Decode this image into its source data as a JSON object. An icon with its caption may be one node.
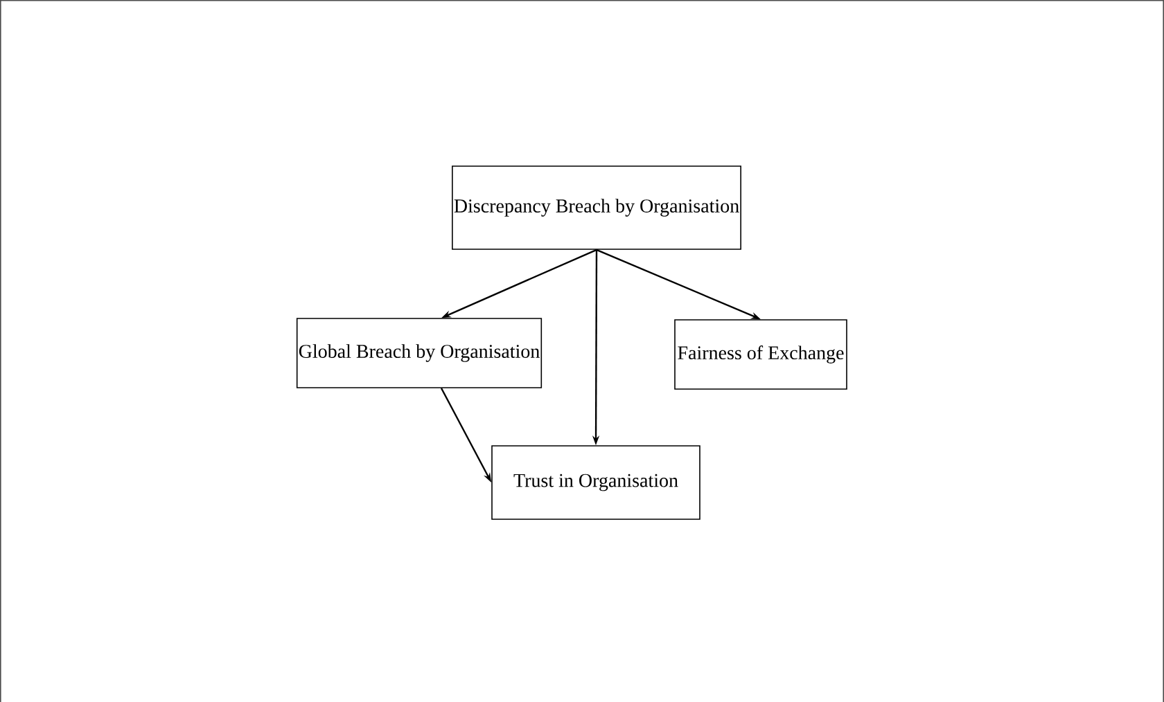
{
  "diagram": {
    "nodes": [
      {
        "text": [
          "Discrepancy Breach by Organisation"
        ]
      },
      {
        "text": [
          "Global Breach by Organisation"
        ]
      },
      {
        "text": [
          "Fairness of Exchange"
        ]
      },
      {
        "text": [
          "Trust in Organisation"
        ]
      }
    ],
    "edges": [
      {
        "from": 0,
        "to": 1,
        "arrow": "to"
      },
      {
        "from": 0,
        "to": 3,
        "arrow": "to"
      },
      {
        "from": 0,
        "to": 2,
        "arrow": "to"
      },
      {
        "from": 1,
        "to": 3,
        "arrow": "to"
      }
    ]
  }
}
